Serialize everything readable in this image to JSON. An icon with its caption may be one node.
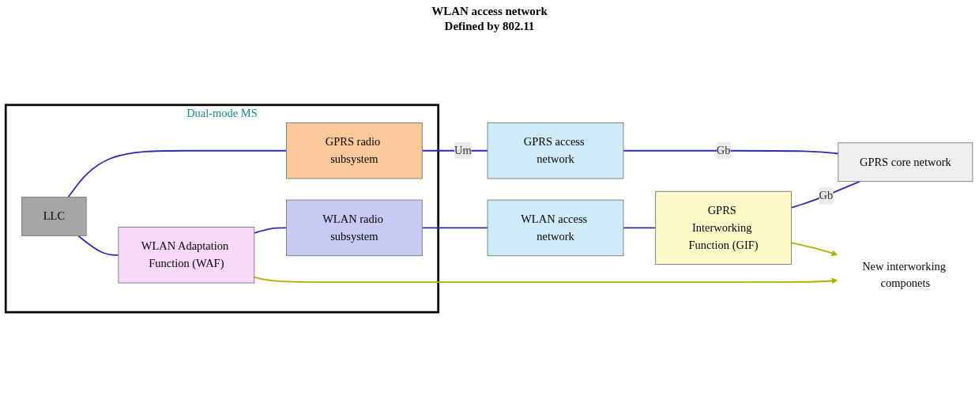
{
  "diagram": {
    "nodes": [
      {
        "text": [
          "Dual-mode MS"
        ]
      },
      {
        "text": [
          "LLC"
        ],
        "in": 0
      },
      {
        "text": [
          "WLAN Adaptation Function (WAF)"
        ],
        "in": 0
      },
      {
        "text": [
          "WLAN radio subsystem"
        ],
        "in": 0
      },
      {
        "text": [
          "GPRS radio subsystem"
        ],
        "in": 0
      },
      {
        "text": [
          "WLAN access network"
        ]
      },
      {
        "text": [
          "GPRS access network"
        ]
      },
      {
        "text": [
          "GPRS Interworking Function (GIF)"
        ]
      },
      {
        "text": [
          "GPRS core network"
        ]
      },
      {
        "text": [
          "New interworking componets"
        ]
      }
    ],
    "edges": [
      {
        "from": 1,
        "to": 2,
        "arrow": "none"
      },
      {
        "from": 2,
        "to": 3,
        "arrow": "none"
      },
      {
        "from": 3,
        "to": 5,
        "arrow": "none"
      },
      {
        "from": 5,
        "to": 7,
        "arrow": "none"
      },
      {
        "from": 7,
        "to": 8,
        "arrow": "none",
        "label": "Gb"
      },
      {
        "from": 1,
        "to": 4,
        "arrow": "none"
      },
      {
        "from": 4,
        "to": 6,
        "arrow": "none",
        "label": "Um"
      },
      {
        "from": 6,
        "to": 8,
        "arrow": "none",
        "label": "Gb"
      },
      {
        "from": 2,
        "to": 9,
        "arrow": "to",
        "color": "#a8b400"
      },
      {
        "from": 7,
        "to": 9,
        "arrow": "to",
        "color": "#a8b400"
      }
    ],
    "labels": [
      "WLAN access network",
      "Defined by 802.11"
    ]
  }
}
